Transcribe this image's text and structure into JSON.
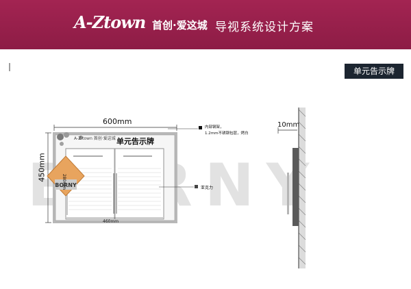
{
  "header": {
    "logo_script": "A-Ztown",
    "logo_cn": "首创·爱这城",
    "doc_title": "导视系统设计方案"
  },
  "section_title": "单元告示牌",
  "board": {
    "panel_title": "单元告示牌",
    "mini_logo": "A-Z town 首创·爱这城",
    "width_label": "600mm",
    "height_label": "450mm",
    "inner_width_label": "460mm",
    "inner_height_label": "280mm"
  },
  "callouts": {
    "material_line1": "内部钢架，",
    "material_line2": "1.2mm不锈钢包层，烤白",
    "acrylic": "亚克力"
  },
  "side_view": {
    "depth_label": "10mm"
  },
  "badge": {
    "text": "BORNY"
  },
  "watermark": "BORNY"
}
